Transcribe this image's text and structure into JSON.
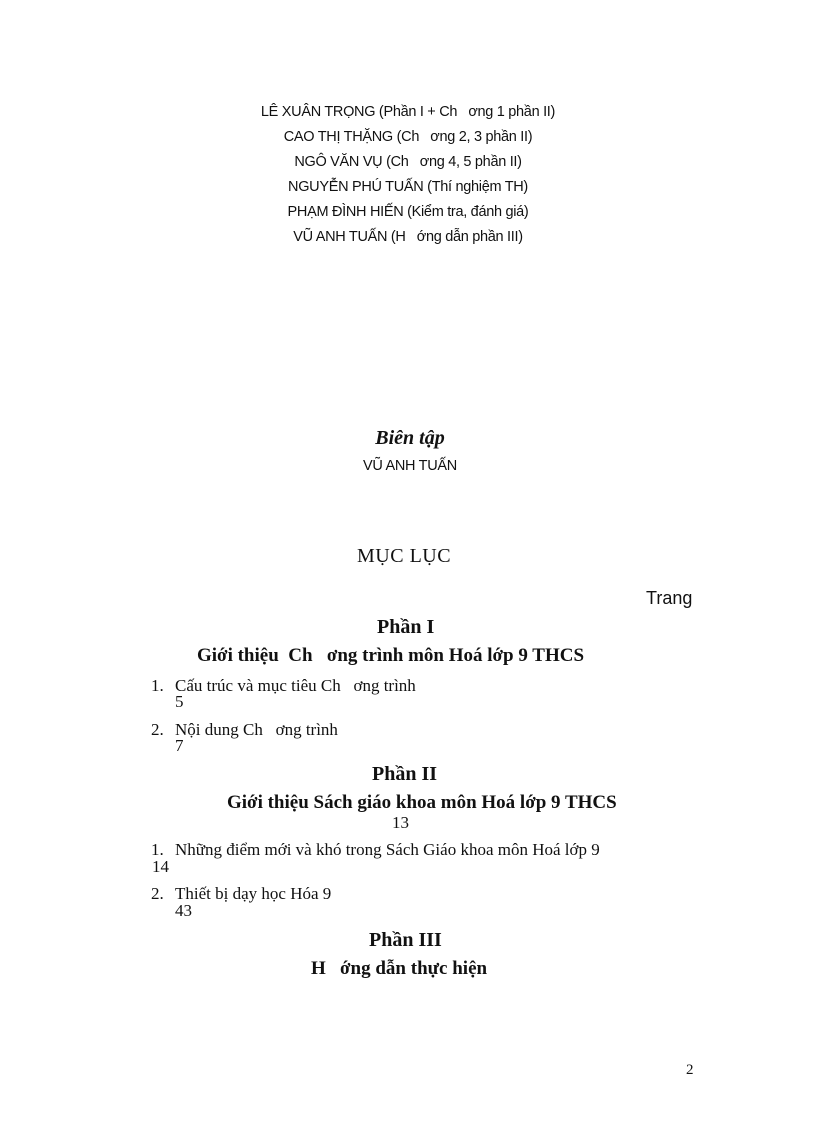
{
  "authors": [
    "LÊ XUÂN TRỌNG (Phần I + Ch   ơng 1 phần II)",
    "CAO THỊ THẶNG (Ch   ơng 2, 3 phần II)",
    "NGÔ VĂN VỤ (Ch   ơng 4, 5 phần II)",
    "NGUYỄN PHÚ TUẤN (Thí nghiệm TH)",
    "PHẠM ĐÌNH HIẾN (Kiểm tra, đánh giá)",
    "VŨ ANH TUẤN (H   ớng dẫn phần III)"
  ],
  "editor": {
    "label": "Biên tập",
    "name": "VŨ ANH TUẤN"
  },
  "toc": {
    "title": "MỤC LỤC",
    "page_column_label": "Trang",
    "parts": [
      {
        "heading": "Phần I",
        "subtitle": "Giới thiệu  Ch   ơng trình môn Hoá lớp 9 THCS",
        "subtitle_page": "",
        "items": [
          {
            "number": "1.",
            "text": "Cấu trúc và mục tiêu Ch   ơng trình",
            "page": "5"
          },
          {
            "number": "2.",
            "text": "Nội dung Ch   ơng trình",
            "page": "7"
          }
        ]
      },
      {
        "heading": "Phần II",
        "subtitle": "Giới thiệu Sách giáo khoa môn Hoá lớp 9 THCS",
        "subtitle_page": "13",
        "items": [
          {
            "number": "1.",
            "text": "Những điểm mới và khó trong Sách Giáo khoa môn Hoá lớp 9",
            "page": "14"
          },
          {
            "number": "2.",
            "text": "Thiết bị dạy học Hóa 9",
            "page": "43"
          }
        ]
      },
      {
        "heading": "Phần III",
        "subtitle": "H   ớng dẫn thực hiện",
        "subtitle_page": "",
        "items": []
      }
    ]
  },
  "page_number": "2"
}
